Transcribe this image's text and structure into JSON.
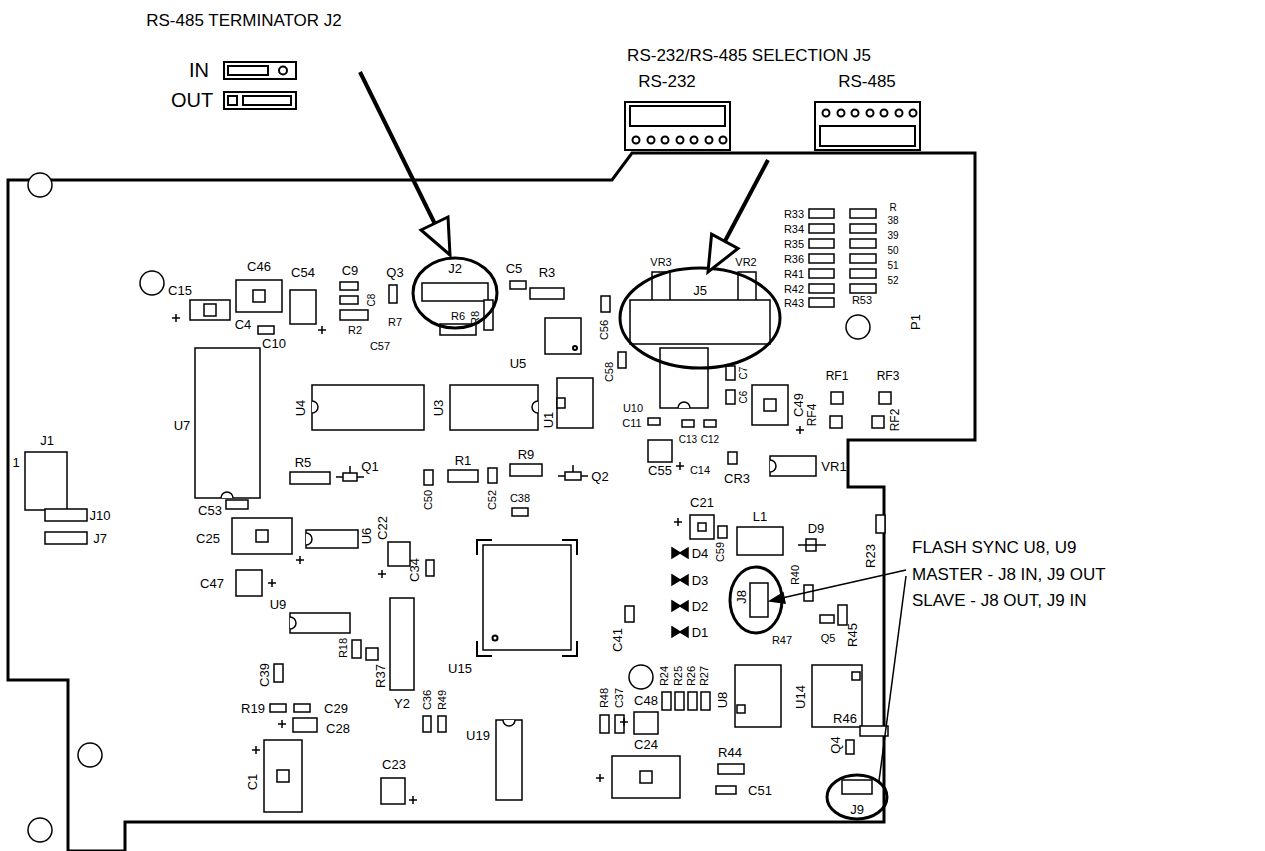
{
  "diagram": {
    "labels": [
      "RS-485 TERMINATOR J2",
      "IN",
      "OUT",
      "RS-232/RS-485 SELECTION J5",
      "RS-232",
      "RS-485",
      "FLASH SYNC U8, U9",
      "MASTER - J8 IN, J9 OUT",
      "SLAVE - J8 OUT, J9 IN",
      "J2",
      "Q3",
      "C9",
      "C8",
      "R7",
      "R6",
      "R2",
      "C57",
      "C5",
      "R3",
      "R8",
      "C56",
      "J5",
      "VR3",
      "VR2",
      "R33",
      "R34",
      "R35",
      "R36",
      "R41",
      "R42",
      "R43",
      "R",
      "38",
      "39",
      "50",
      "51",
      "52",
      "R53",
      "P1",
      "U5",
      "C58",
      "U10",
      "C11",
      "C7",
      "C6",
      "C49",
      "RF1",
      "RF3",
      "RF4",
      "RF2",
      "U1",
      "C13",
      "C12",
      "C55",
      "C14",
      "CR3",
      "VR1",
      "U4",
      "U3",
      "C46",
      "C54",
      "C15",
      "C4",
      "C10",
      "U7",
      "C53",
      "J1",
      "1",
      "R5",
      "Q1",
      "R1",
      "C50",
      "C52",
      "R9",
      "C38",
      "Q2",
      "C25",
      "C47",
      "J10",
      "J7",
      "U6",
      "C22",
      "C34",
      "C21",
      "U15",
      "D4",
      "D3",
      "D2",
      "D1",
      "C41",
      "C59",
      "L1",
      "D9",
      "R23",
      "J8",
      "R40",
      "R47",
      "Q5",
      "R45",
      "U8",
      "U14",
      "U9",
      "R18",
      "R37",
      "Y2",
      "C39",
      "R19",
      "C29",
      "C28",
      "C1",
      "C23",
      "C36",
      "R49",
      "U19",
      "R48",
      "C37",
      "C48",
      "C24",
      "R24",
      "R25",
      "R26",
      "R27",
      "R44",
      "C51",
      "Q4",
      "R46",
      "J9"
    ]
  }
}
